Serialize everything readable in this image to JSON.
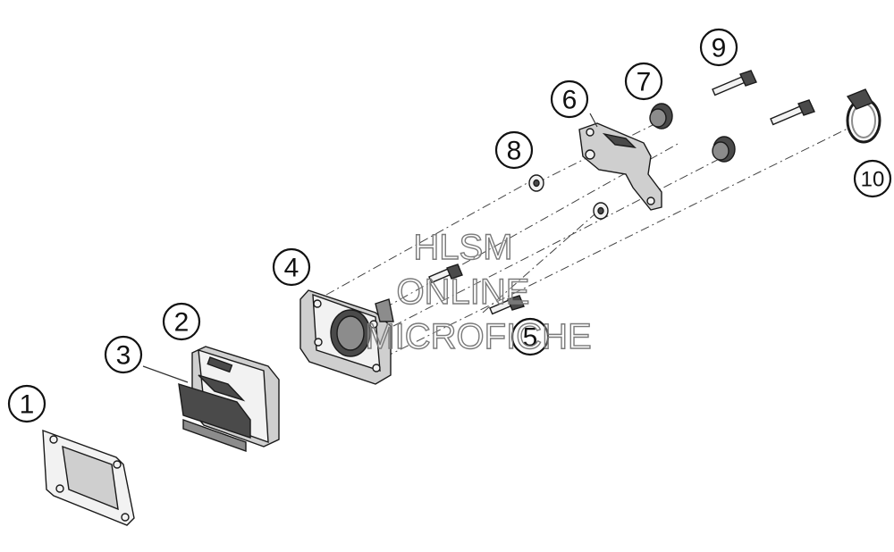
{
  "callouts": {
    "c1": "1",
    "c2": "2",
    "c3": "3",
    "c4": "4",
    "c5": "5",
    "c6": "6",
    "c7": "7",
    "c8": "8",
    "c9": "9",
    "c10": "10"
  },
  "watermark": {
    "line1": "HLSM",
    "line2": "ONLINE",
    "line3": "MICROFICHE"
  },
  "colors": {
    "line": "#111111",
    "part_dark": "#4a4a4a",
    "part_light": "#cfcfcf",
    "watermark": "#7a7a7a"
  }
}
